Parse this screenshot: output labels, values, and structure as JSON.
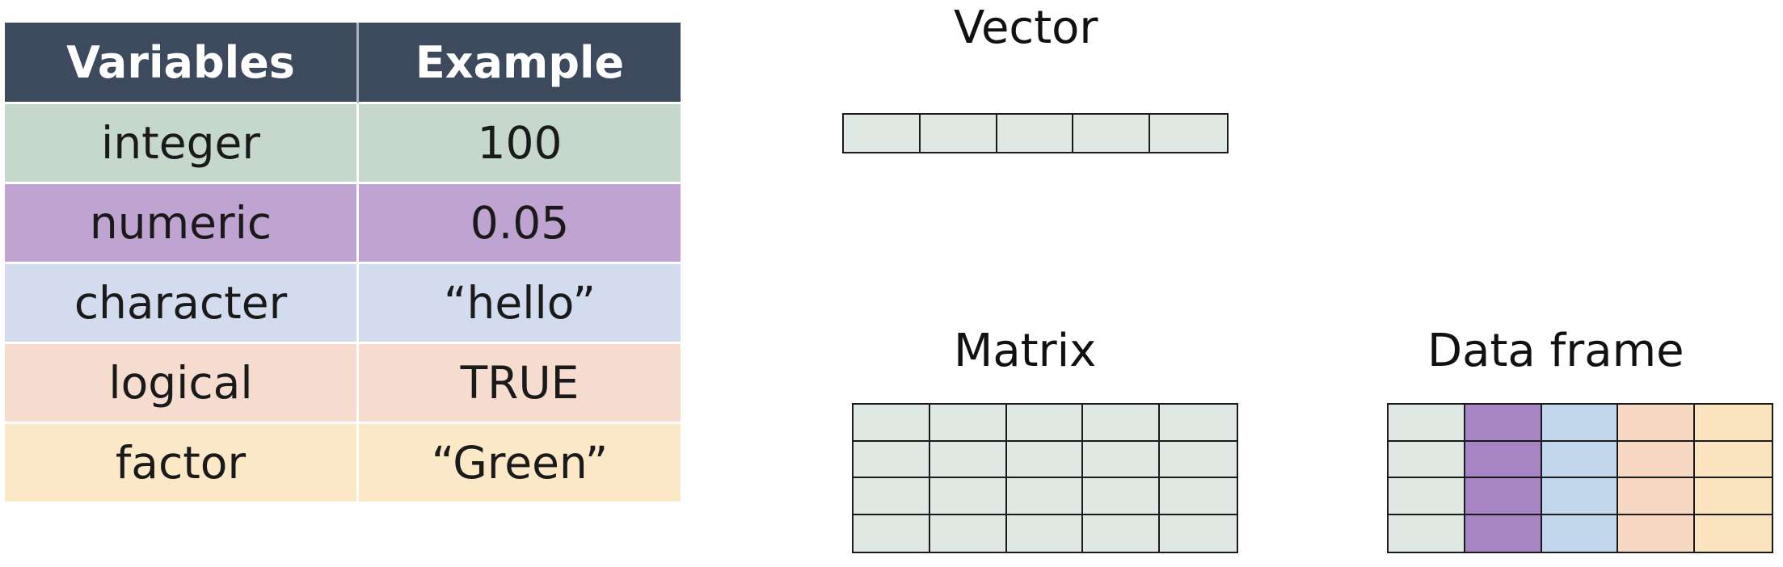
{
  "table": {
    "headers": [
      "Variables",
      "Example"
    ],
    "rows": [
      {
        "type": "integer",
        "example": "100",
        "color": "#c5d8cb"
      },
      {
        "type": "numeric",
        "example": "0.05",
        "color": "#bfa3d0"
      },
      {
        "type": "character",
        "example": "“hello”",
        "color": "#d3dcef"
      },
      {
        "type": "logical",
        "example": "TRUE",
        "color": "#f6dccf"
      },
      {
        "type": "factor",
        "example": "“Green”",
        "color": "#fbe8c6"
      }
    ],
    "header_color": "#3d4a5e"
  },
  "structures": {
    "vector": {
      "title": "Vector",
      "rows": 1,
      "cols": 5,
      "fill": "#dfe8e2"
    },
    "matrix": {
      "title": "Matrix",
      "rows": 4,
      "cols": 5,
      "fill": "#dfe8e2"
    },
    "data_frame": {
      "title": "Data frame",
      "rows": 4,
      "column_fills": [
        "#dfe8e2",
        "#a785c2",
        "#c3d7ec",
        "#f7d8c4",
        "#fbe5c0"
      ]
    }
  }
}
